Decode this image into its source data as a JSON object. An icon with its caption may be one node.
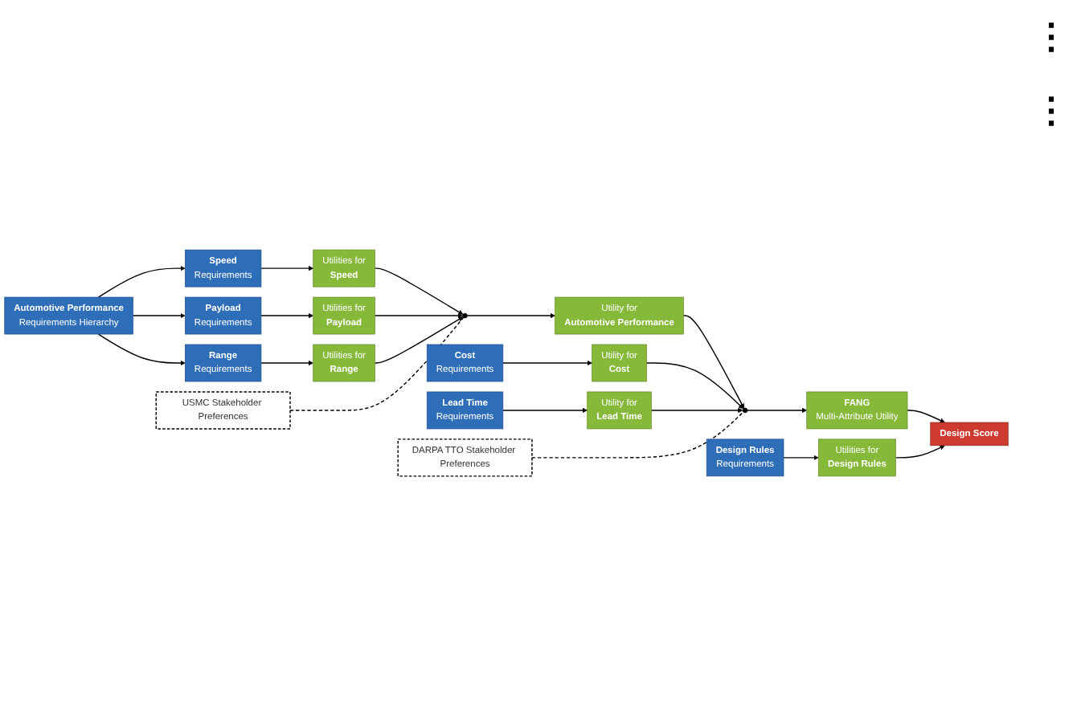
{
  "diagram": {
    "nodes": [
      {
        "text": [
          "Automotive Performance",
          "Requirements Hierarchy"
        ]
      },
      {
        "text": [
          "Speed",
          "Requirements"
        ]
      },
      {
        "text": [
          "Payload",
          "Requirements"
        ]
      },
      {
        "text": [
          "Range",
          "Requirements"
        ]
      },
      {
        "text": [
          "Utilities for",
          "Speed"
        ]
      },
      {
        "text": [
          "Utilities for",
          "Payload"
        ]
      },
      {
        "text": [
          "Utilities for",
          "Range"
        ]
      },
      {
        "text": [
          "USMC Stakeholder Preferences"
        ]
      },
      {
        "text": [],
        "shape": "circle"
      },
      {
        "text": [
          "Utility for",
          "Automotive Performance"
        ]
      },
      {
        "text": [
          "Cost",
          "Requirements"
        ]
      },
      {
        "text": [
          "Utility for",
          "Cost"
        ]
      },
      {
        "text": [
          "Lead Time",
          "Requirements"
        ]
      },
      {
        "text": [
          "Utility for",
          "Lead Time"
        ]
      },
      {
        "text": [],
        "shape": "circle"
      },
      {
        "text": [
          "DARPA TTO Stakeholder Preferences"
        ]
      },
      {
        "text": [
          "FANG",
          "Multi-Attribute Utility"
        ]
      },
      {
        "text": [
          "Design Rules",
          "Requirements"
        ]
      },
      {
        "text": [
          "Utilities for",
          "Design Rules"
        ]
      },
      {
        "text": [
          "Design Score"
        ]
      }
    ],
    "edges": [
      {
        "from": 0,
        "to": 1,
        "arrow": "to"
      },
      {
        "from": 0,
        "to": 2,
        "arrow": "to"
      },
      {
        "from": 0,
        "to": 3,
        "arrow": "to"
      },
      {
        "from": 1,
        "to": 4,
        "arrow": "to"
      },
      {
        "from": 2,
        "to": 5,
        "arrow": "to"
      },
      {
        "from": 3,
        "to": 6,
        "arrow": "to"
      },
      {
        "from": 4,
        "to": 8,
        "arrow": "to"
      },
      {
        "from": 5,
        "to": 8,
        "arrow": "to"
      },
      {
        "from": 6,
        "to": 8,
        "arrow": "to"
      },
      {
        "from": 7,
        "to": 8,
        "arrow": "none",
        "style": "dashed"
      },
      {
        "from": 8,
        "to": 9,
        "arrow": "to"
      },
      {
        "from": 9,
        "to": 14,
        "arrow": "to"
      },
      {
        "from": 10,
        "to": 11,
        "arrow": "to"
      },
      {
        "from": 11,
        "to": 14,
        "arrow": "to"
      },
      {
        "from": 12,
        "to": 13,
        "arrow": "to"
      },
      {
        "from": 13,
        "to": 14,
        "arrow": "to"
      },
      {
        "from": 15,
        "to": 14,
        "arrow": "none",
        "style": "dashed"
      },
      {
        "from": 14,
        "to": 16,
        "arrow": "to"
      },
      {
        "from": 16,
        "to": 19,
        "arrow": "to"
      },
      {
        "from": 17,
        "to": 18,
        "arrow": "to"
      },
      {
        "from": 18,
        "to": 19,
        "arrow": "to"
      }
    ],
    "labels": [
      "⋮",
      "⋮"
    ]
  }
}
